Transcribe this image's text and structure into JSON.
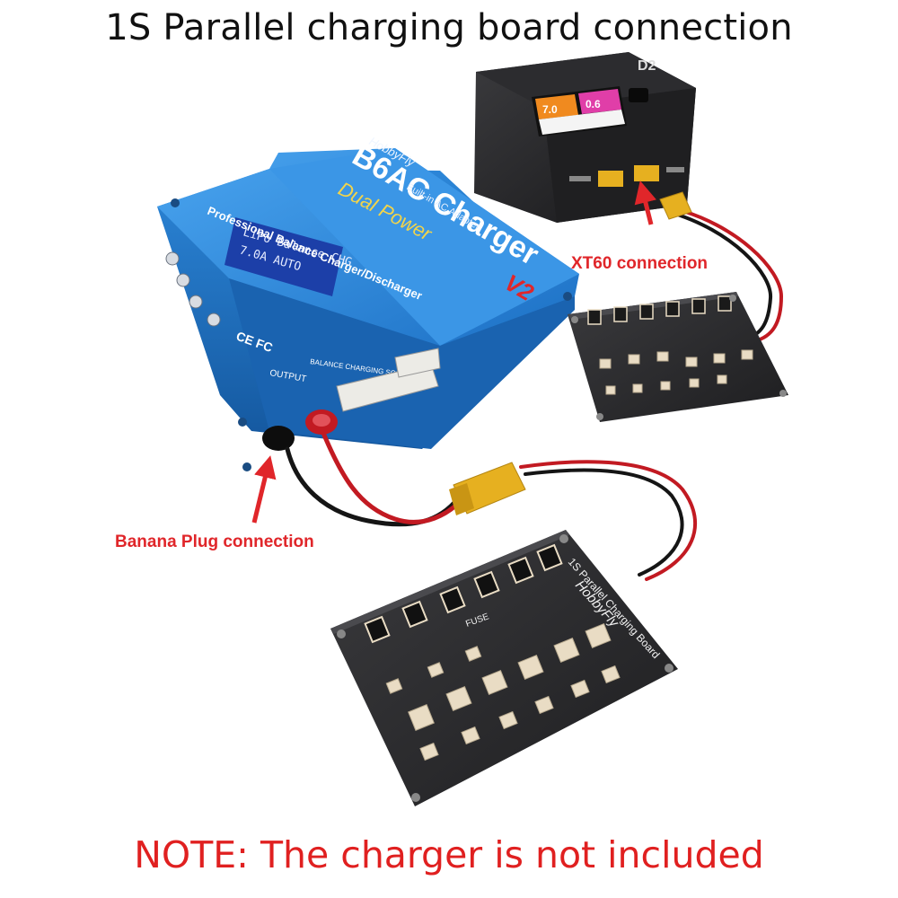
{
  "title": "1S Parallel charging board connection",
  "note": "NOTE: The charger is not included",
  "callouts": {
    "xt60": "XT60 connection",
    "banana": "Banana Plug connection"
  },
  "b6ac_charger": {
    "brand": "HobbyFly",
    "model": "B6AC Charger",
    "script": "Dual Power",
    "version": "V2",
    "builtin": "Built-in AC Adapter",
    "subtitle": "Professional Balance Charger/Discharger",
    "lcd_line1": "LiPo Balance CHG",
    "lcd_line2": "7.0A  AUTO",
    "output_label": "OUTPUT",
    "balance_socket_label": "BALANCE CHARGING SOCKET",
    "cert_mark": "CE FC"
  },
  "d2_charger": {
    "logo": "D2",
    "screen_left_value": "7.0",
    "screen_right_value": "0.6"
  },
  "parallel_board": {
    "brand": "HobbyFly",
    "label": "1S Parallel Charging Board",
    "fuse_label": "FUSE",
    "colors": {
      "board": "#2b2b2d",
      "connector": "#e9dcc4",
      "charger_blue": "#1f7fd6",
      "xt60_yellow": "#e6b020",
      "callout_red": "#e0262a"
    }
  }
}
